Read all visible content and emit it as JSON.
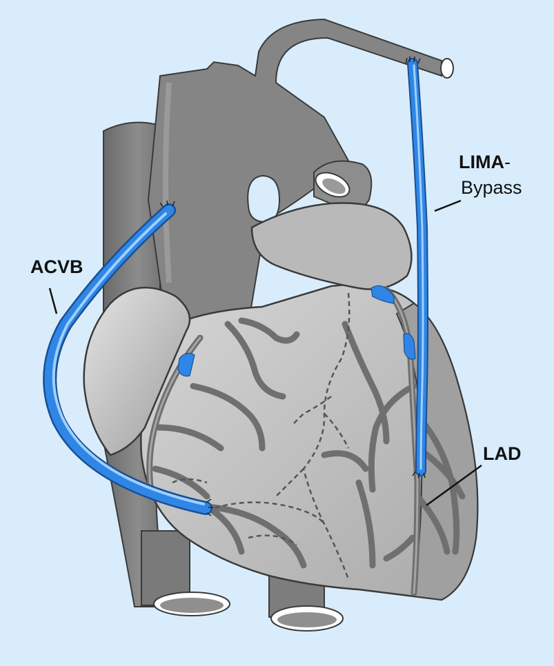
{
  "labels": {
    "acvb": "ACVB",
    "lima_prefix": "LIMA",
    "lima_hyphen": "-",
    "bypass": "Bypass",
    "lad": "LAD"
  },
  "colors": {
    "background": "#d9ecfb",
    "heart_dark": "#7b7b7b",
    "heart_mid": "#9a9a9a",
    "heart_light": "#c8c8c8",
    "vessel": "#6f6f6f",
    "graft_blue": "#2f86e6",
    "graft_highlight": "#9fd0ff",
    "outline": "#3a3a3a"
  }
}
